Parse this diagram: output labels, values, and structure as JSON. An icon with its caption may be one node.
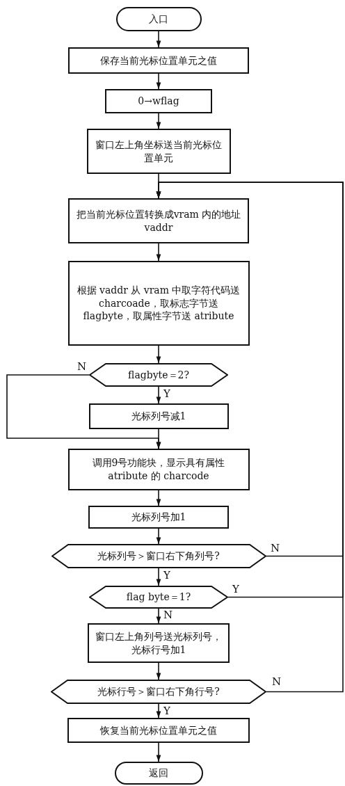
{
  "diagram": {
    "nodes": [
      {
        "text": [
          "入口"
        ]
      },
      {
        "text": [
          "保存当前光标位置单元之值"
        ]
      },
      {
        "text": [
          "0→wflag"
        ]
      },
      {
        "text": [
          "窗口左上角坐标送当前光标位置单元"
        ]
      },
      {
        "text": [
          "把当前光标位置转换成vram 内的地址vaddr"
        ]
      },
      {
        "text": [
          "根据 vaddr 从 vram 中取字符代码送 charcoade，取标志字节送 flagbyte，取属性字节送 atribute"
        ]
      },
      {
        "text": [
          "flagbyte＝2?"
        ]
      },
      {
        "text": [
          "光标列号减1"
        ]
      },
      {
        "text": [
          "调用9号功能块，显示具有属性 atribute 的 charcode"
        ]
      },
      {
        "text": [
          "光标列号加1"
        ]
      },
      {
        "text": [
          "光标列号＞窗口右下角列号?"
        ]
      },
      {
        "text": [
          "flag byte＝1?"
        ]
      },
      {
        "text": [
          "窗口左上角列号送光标列号，光标行号加1"
        ]
      },
      {
        "text": [
          "光标行号＞窗口右下角行号?"
        ]
      },
      {
        "text": [
          "恢复当前光标位置单元之值"
        ]
      },
      {
        "text": [
          "返回"
        ]
      }
    ],
    "edges": [
      {
        "from": 0,
        "to": 1,
        "arrow": "to"
      },
      {
        "from": 1,
        "to": 2,
        "arrow": "to"
      },
      {
        "from": 2,
        "to": 3,
        "arrow": "to"
      },
      {
        "from": 3,
        "to": 4,
        "arrow": "to"
      },
      {
        "from": 4,
        "to": 5,
        "arrow": "to"
      },
      {
        "from": 5,
        "to": 6,
        "arrow": "to"
      },
      {
        "from": 6,
        "to": 7,
        "arrow": "to",
        "label": "Y"
      },
      {
        "from": 6,
        "to": 8,
        "arrow": "to",
        "label": "N"
      },
      {
        "from": 7,
        "to": 8,
        "arrow": "to"
      },
      {
        "from": 8,
        "to": 9,
        "arrow": "to"
      },
      {
        "from": 9,
        "to": 10,
        "arrow": "to"
      },
      {
        "from": 10,
        "to": 11,
        "arrow": "to",
        "label": "Y"
      },
      {
        "from": 10,
        "to": 4,
        "arrow": "to",
        "label": "N"
      },
      {
        "from": 11,
        "to": 12,
        "arrow": "to",
        "label": "N"
      },
      {
        "from": 11,
        "to": 4,
        "arrow": "to",
        "label": "Y"
      },
      {
        "from": 12,
        "to": 13,
        "arrow": "to"
      },
      {
        "from": 13,
        "to": 14,
        "arrow": "to",
        "label": "Y"
      },
      {
        "from": 13,
        "to": 4,
        "arrow": "to",
        "label": "N"
      },
      {
        "from": 14,
        "to": 15,
        "arrow": "to"
      }
    ]
  }
}
